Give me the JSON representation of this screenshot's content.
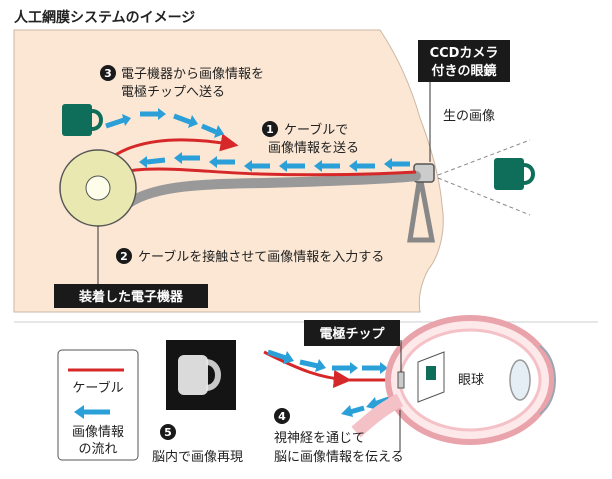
{
  "title": "人工網膜システムのイメージ",
  "top": {
    "camera_label_line1": "CCDカメラ",
    "camera_label_line2": "付きの眼鏡",
    "raw_image_label": "生の画像",
    "device_label": "装着した電子機器",
    "step1": {
      "num": "1",
      "line1": "ケーブルで",
      "line2": "画像情報を送る"
    },
    "step2": {
      "num": "2",
      "line1": "ケーブルを接触させて画像情報を入力する"
    },
    "step3": {
      "num": "3",
      "line1": "電子機器から画像情報を",
      "line2": "電極チップへ送る"
    }
  },
  "bottom": {
    "chip_label": "電極チップ",
    "eye_label": "眼球",
    "legend": {
      "cable_label": "ケーブル",
      "flow_label_line1": "画像情報",
      "flow_label_line2": "の流れ"
    },
    "step4": {
      "num": "4",
      "line1": "視神経を通じて",
      "line2": "脳に画像情報を伝える"
    },
    "step5": {
      "num": "5",
      "line1": "脳内で画像再現"
    }
  },
  "colors": {
    "cable": "#d62828",
    "flow": "#2a9fd8",
    "head": "#fbe7d4",
    "mug": "#0f6e5a",
    "label_bg": "#1a1a1a",
    "eye": "#f6c7cc"
  }
}
